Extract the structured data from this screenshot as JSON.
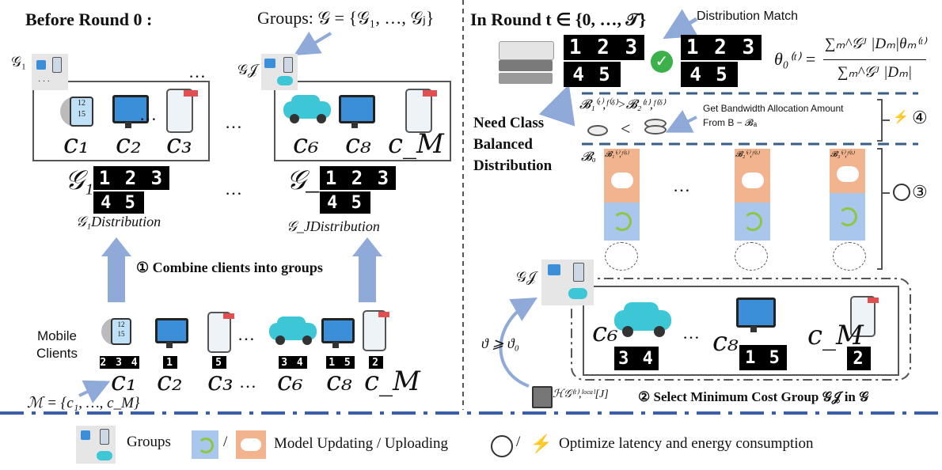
{
  "left": {
    "title": "Before Round 0",
    "title_colon": ":",
    "groups_def": "Groups: 𝒢 = {𝒢₁, …, 𝒢ⱼ}",
    "g1_label": "𝒢₁",
    "gJ_label": "𝒢𝒥",
    "dots": "…",
    "group1_clients": [
      "c₁",
      "c₂",
      "c₃"
    ],
    "groupJ_clients": [
      "c₆",
      "c₈",
      "c_M"
    ],
    "g1_dist_symbol": "𝒢₁",
    "gJ_dist_symbol": "𝒢_J",
    "g1_dist_label": "𝒢₁Distribution",
    "gJ_dist_label": "𝒢_JDistribution",
    "mnist_grid_top": "1 2 3",
    "mnist_grid_bottom": "4 5",
    "step1": "① Combine clients into groups",
    "mobile_clients": "Mobile\nClients",
    "client_digits": [
      "2 3 4",
      "1",
      "5",
      "3 4",
      "1 5",
      "2"
    ],
    "bottom_clients": [
      "c₁",
      "c₂",
      "c₃",
      "…",
      "c₆",
      "c₈",
      "c_M"
    ],
    "m_def": "ℳ = {c₁, …, c_M}"
  },
  "right": {
    "title": "In Round t ∈ {0, …, 𝒯}",
    "dist_match": "Distribution Match",
    "need_balanced": "Need Class\nBalanced\nDistribution",
    "theta_lhs": "θ₀⁽ᵗ⁾ =",
    "theta_num": "∑ₘ^𝒢ᴶ |Dₘ|θₘ⁽ᵗ⁾",
    "theta_den": "∑ₘ^𝒢ᴶ |Dₘ|",
    "bandwidth_compare": "𝓑₁⁽ᵗ⁾,ᶠ⁽ᵟ⁾>𝓑₂⁽ᵗ⁾,ᶠ⁽ᵟ⁾",
    "less_than": "<",
    "bandwidth_note_1": "Get Bandwidth Allocation  Amount",
    "bandwidth_note_2": "From B − 𝓑ₐ",
    "step4": "④",
    "step3": "③",
    "ba_label": "𝓑ₐ",
    "alloc_labels": [
      "𝓑₁⁽ᵗ⁾,ᶠ⁽ᵟ⁾",
      "𝓑₂⁽ᵗ⁾,ᶠ⁽ᵟ⁾",
      "𝓑₃⁽ᵗ⁾,ᶠ⁽ᵟ⁾"
    ],
    "dots": "…",
    "gJ_label": "𝒢𝒥",
    "selected_clients": [
      "c₆",
      "c₈",
      "c_M"
    ],
    "selected_digits": [
      "3 4",
      "1 5",
      "2"
    ],
    "threshold": "ϑ ⩾ ϑ₀",
    "history": "ℋ𝒢⁽ᵗ⁾,ˡᵒᶜᵃˡ[J]",
    "step2": "② Select Minimum  Cost Group 𝒢𝒥 in 𝒢"
  },
  "legend": {
    "groups": "Groups",
    "slash": "/",
    "model_updating": "Model Updating / Uploading",
    "optimize": "Optimize latency and energy consumption"
  },
  "colors": {
    "accent_blue": "#8fa9d8",
    "dash_blue": "#3a5fa8",
    "upload_orange": "#f2b48e",
    "update_blue": "#a9c7ec"
  }
}
